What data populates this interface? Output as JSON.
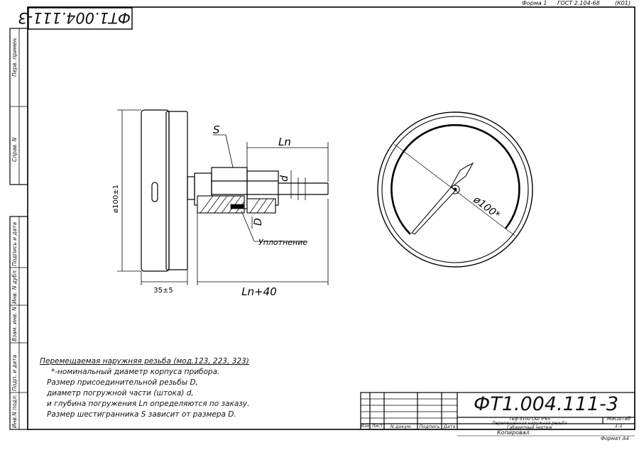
{
  "header": {
    "form": "Форма 1",
    "gost": "ГОСТ 2.104-68",
    "code": "(К01)"
  },
  "stamp_top": {
    "designation": "ФТ1.004.111-3"
  },
  "side_labels": {
    "perv_primen": "Перв. примен.",
    "sprav_n": "Справ. N",
    "podp_data_1": "Подпись и дата",
    "inv_dubl": "Инв. N дубл.",
    "vzam_inv": "Взам. инв. N",
    "podp_data_2": "Подп. и дата",
    "inv_podl": "Инв.N подл."
  },
  "drawing": {
    "label_S": "S",
    "label_Ln": "Ln",
    "label_d": "d",
    "label_D": "D",
    "label_seal": "Уплотнение",
    "dim_100": "ø100±1",
    "dim_35": "35±5",
    "dim_Ln40": "Ln+40",
    "dial_diam": "ø100*"
  },
  "notes": {
    "title": "Перемещаемая наружняя резьба (мод.123, 223, 323)",
    "line1": "*-номинальный диаметр корпуса прибора.",
    "line2": "Размер присоединительной резьбы D,",
    "line3": "диаметр погружной части (штока) d,",
    "line4": "и глубина погружения Ln определяются по заказу.",
    "line5": "Размер шестигранника S зависит от размера D."
  },
  "title_block": {
    "designation": "ФТ1.004.111-3",
    "desc1": "ТБф d100 ОШ IP65",
    "desc2": "Перемещенная наружная резьба",
    "desc3": "Габаритный чертеж",
    "col_izm": "Изм.",
    "col_list": "Лист",
    "col_ndok": "N докум.",
    "col_podp": "Подпись",
    "col_data": "Дата",
    "scale_label": "Масштаб",
    "scale_value": "1:1",
    "copied": "Копировал",
    "format": "Формат А4"
  }
}
